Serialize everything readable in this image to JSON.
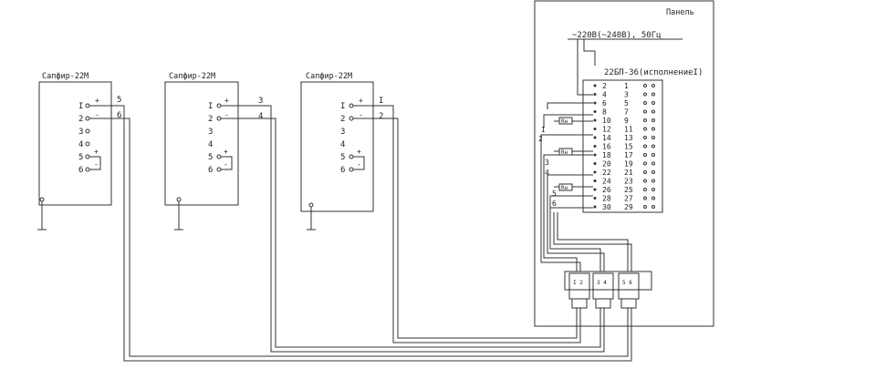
{
  "panel": {
    "title": "Панель",
    "power_label": "~220В(~240В), 50Гц",
    "psu_label": "22БП-36(исполнениеI)",
    "psu_left_terminals": [
      "2",
      "4",
      "6",
      "8",
      "10",
      "12",
      "14",
      "16",
      "18",
      "20",
      "22",
      "24",
      "26",
      "28",
      "30"
    ],
    "psu_right_terminals": [
      "1",
      "3",
      "5",
      "7",
      "9",
      "11",
      "13",
      "15",
      "17",
      "19",
      "21",
      "23",
      "25",
      "27",
      "29"
    ],
    "channel_labels": [
      "I",
      "2",
      "3",
      "4",
      "5",
      "6"
    ],
    "resistor_label": "Rн"
  },
  "transmitters": [
    {
      "title": "Сапфир-22М",
      "terminals": [
        "I",
        "2",
        "3",
        "4",
        "5",
        "6"
      ],
      "plus": "+",
      "minus": "-",
      "wire_labels": [
        "5",
        "6"
      ]
    },
    {
      "title": "Сапфир-22М",
      "terminals": [
        "I",
        "2",
        "3",
        "4",
        "5",
        "6"
      ],
      "plus": "+",
      "minus": "-",
      "wire_labels": [
        "3",
        "4"
      ]
    },
    {
      "title": "Сапфир-22М",
      "terminals": [
        "I",
        "2",
        "3",
        "4",
        "5",
        "6"
      ],
      "plus": "+",
      "minus": "-",
      "wire_labels": [
        "I",
        "2"
      ]
    }
  ],
  "connectors": [
    {
      "label": "I 2"
    },
    {
      "label": "3 4"
    },
    {
      "label": "5 6"
    }
  ]
}
